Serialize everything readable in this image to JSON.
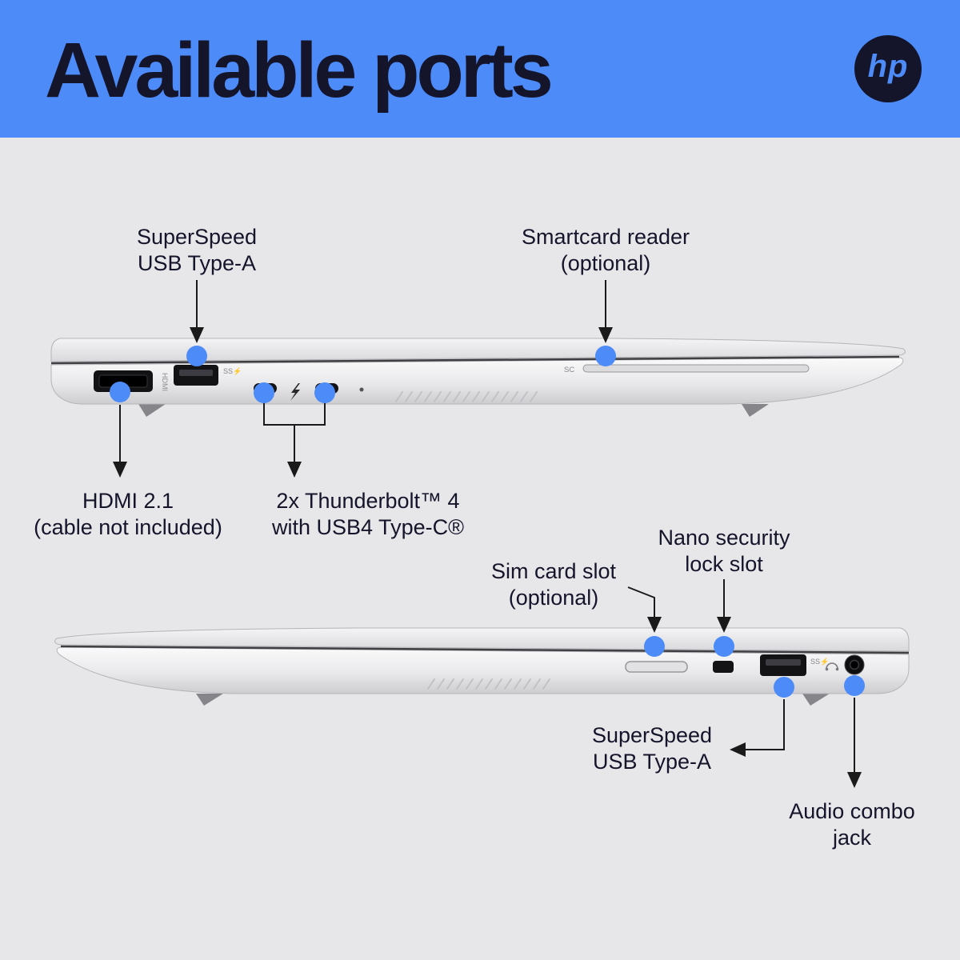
{
  "header": {
    "title": "Available ports",
    "logo_text": "hp"
  },
  "colors": {
    "header_bg": "#4D8BF8",
    "background": "#E7E7E9",
    "title_text": "#14142B",
    "callout_dot": "#4D8BF8",
    "arrow": "#1A1A1A"
  },
  "top_laptop": {
    "view": "left side",
    "callouts": {
      "usb_a": "SuperSpeed\nUSB Type-A",
      "smartcard": "Smartcard reader\n(optional)",
      "hdmi": "HDMI 2.1\n(cable not included)",
      "thunderbolt": "2x Thunderbolt™ 4\nwith USB4 Type-C®"
    },
    "port_markings": {
      "hdmi": "HDMI",
      "usb_ss": "SS⚡",
      "smartcard": "SC"
    }
  },
  "bottom_laptop": {
    "view": "right side",
    "callouts": {
      "sim": "Sim card slot\n(optional)",
      "lock": "Nano security\nlock slot",
      "usb_a": "SuperSpeed\nUSB Type-A",
      "audio": "Audio combo\njack"
    },
    "port_markings": {
      "usb_ss": "SS⚡"
    }
  }
}
